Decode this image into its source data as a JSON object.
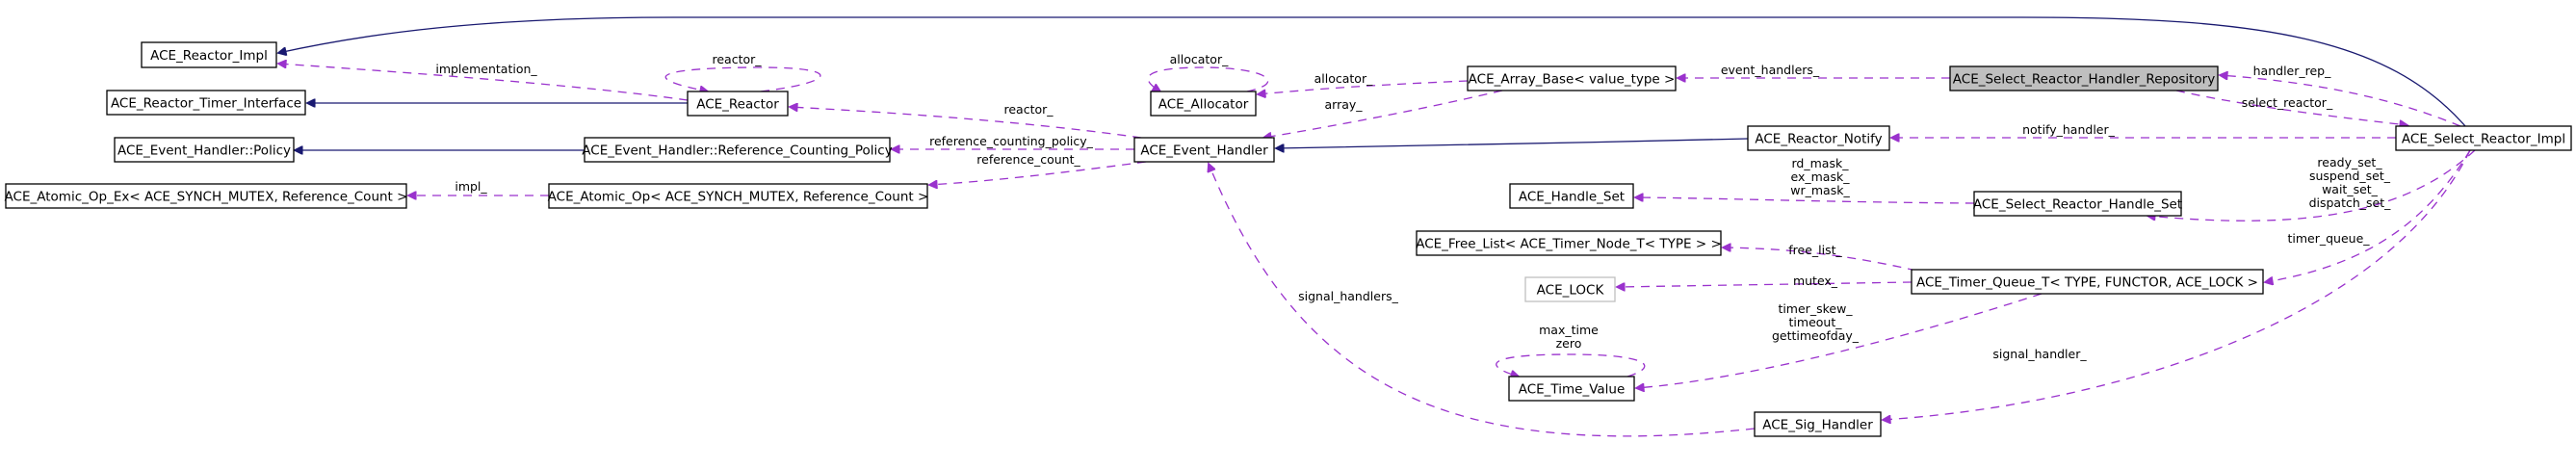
{
  "title": "ACE_Select_Reactor_Handler_Repository collaboration diagram",
  "colors": {
    "inheritance_edge": "#191970",
    "usage_edge": "#9a32cd",
    "highlight_fill": "#bfbfbf",
    "undocumented_border": "#bfbfbf"
  },
  "nodes": [
    {
      "id": "reactor_impl",
      "label": "ACE_Reactor_Impl"
    },
    {
      "id": "reactor_timer_interface",
      "label": "ACE_Reactor_Timer_Interface"
    },
    {
      "id": "eh_policy",
      "label": "ACE_Event_Handler::Policy"
    },
    {
      "id": "atomic_op_ex",
      "label": "ACE_Atomic_Op_Ex< ACE_SYNCH_MUTEX, Reference_Count >"
    },
    {
      "id": "reactor",
      "label": "ACE_Reactor"
    },
    {
      "id": "ref_counting_policy",
      "label": "ACE_Event_Handler::Reference_Counting_Policy"
    },
    {
      "id": "atomic_op",
      "label": "ACE_Atomic_Op< ACE_SYNCH_MUTEX, Reference_Count >"
    },
    {
      "id": "allocator",
      "label": "ACE_Allocator"
    },
    {
      "id": "event_handler",
      "label": "ACE_Event_Handler"
    },
    {
      "id": "array_base",
      "label": "ACE_Array_Base< value_type >"
    },
    {
      "id": "handler_repository",
      "label": "ACE_Select_Reactor_Handler_Repository",
      "highlight": true
    },
    {
      "id": "reactor_notify",
      "label": "ACE_Reactor_Notify"
    },
    {
      "id": "select_reactor_impl",
      "label": "ACE_Select_Reactor_Impl"
    },
    {
      "id": "handle_set",
      "label": "ACE_Handle_Set"
    },
    {
      "id": "select_reactor_handle_set",
      "label": "ACE_Select_Reactor_Handle_Set"
    },
    {
      "id": "free_list",
      "label": "ACE_Free_List< ACE_Timer_Node_T< TYPE > >"
    },
    {
      "id": "ace_lock",
      "label": "ACE_LOCK",
      "undocumented": true
    },
    {
      "id": "timer_queue",
      "label": "ACE_Timer_Queue_T< TYPE, FUNCTOR, ACE_LOCK >"
    },
    {
      "id": "time_value",
      "label": "ACE_Time_Value"
    },
    {
      "id": "sig_handler",
      "label": "ACE_Sig_Handler"
    }
  ],
  "edges": [
    {
      "from": "select_reactor_impl",
      "to": "reactor_impl",
      "kind": "inherit",
      "labels": []
    },
    {
      "from": "reactor",
      "to": "reactor_impl",
      "kind": "use",
      "labels": [
        "implementation_"
      ]
    },
    {
      "from": "reactor",
      "to": "reactor_timer_interface",
      "kind": "inherit",
      "labels": []
    },
    {
      "from": "reactor",
      "to": "reactor",
      "kind": "use",
      "labels": [
        "reactor_"
      ]
    },
    {
      "from": "ref_counting_policy",
      "to": "eh_policy",
      "kind": "inherit",
      "labels": []
    },
    {
      "from": "atomic_op",
      "to": "atomic_op_ex",
      "kind": "use",
      "labels": [
        "impl_"
      ]
    },
    {
      "from": "event_handler",
      "to": "reactor",
      "kind": "use",
      "labels": [
        "reactor_"
      ]
    },
    {
      "from": "event_handler",
      "to": "ref_counting_policy",
      "kind": "use",
      "labels": [
        "reference_counting_policy_"
      ]
    },
    {
      "from": "event_handler",
      "to": "atomic_op",
      "kind": "use",
      "labels": [
        "reference_count_"
      ]
    },
    {
      "from": "allocator",
      "to": "allocator",
      "kind": "use",
      "labels": [
        "allocator_"
      ]
    },
    {
      "from": "array_base",
      "to": "allocator",
      "kind": "use",
      "labels": [
        "allocator_"
      ]
    },
    {
      "from": "array_base",
      "to": "event_handler",
      "kind": "use",
      "labels": [
        "array_"
      ]
    },
    {
      "from": "reactor_notify",
      "to": "event_handler",
      "kind": "inherit",
      "labels": []
    },
    {
      "from": "handler_repository",
      "to": "array_base",
      "kind": "use",
      "labels": [
        "event_handlers_"
      ]
    },
    {
      "from": "select_reactor_impl",
      "to": "handler_repository",
      "kind": "use",
      "labels": [
        "handler_rep_"
      ]
    },
    {
      "from": "handler_repository",
      "to": "select_reactor_impl",
      "kind": "use",
      "labels": [
        "select_reactor_"
      ]
    },
    {
      "from": "select_reactor_impl",
      "to": "reactor_notify",
      "kind": "use",
      "labels": [
        "notify_handler_"
      ]
    },
    {
      "from": "select_reactor_handle_set",
      "to": "handle_set",
      "kind": "use",
      "labels": [
        "rd_mask_",
        "ex_mask_",
        "wr_mask_"
      ]
    },
    {
      "from": "select_reactor_impl",
      "to": "select_reactor_handle_set",
      "kind": "use",
      "labels": [
        "ready_set_",
        "suspend_set_",
        "wait_set_",
        "dispatch_set_"
      ]
    },
    {
      "from": "timer_queue",
      "to": "free_list",
      "kind": "use",
      "labels": [
        "free_list_"
      ]
    },
    {
      "from": "timer_queue",
      "to": "ace_lock",
      "kind": "use",
      "labels": [
        "mutex_"
      ]
    },
    {
      "from": "timer_queue",
      "to": "time_value",
      "kind": "use",
      "labels": [
        "timer_skew_",
        "timeout_",
        "gettimeofday_"
      ]
    },
    {
      "from": "time_value",
      "to": "time_value",
      "kind": "use",
      "labels": [
        "max_time",
        "zero"
      ]
    },
    {
      "from": "select_reactor_impl",
      "to": "timer_queue",
      "kind": "use",
      "labels": [
        "timer_queue_"
      ]
    },
    {
      "from": "select_reactor_impl",
      "to": "sig_handler",
      "kind": "use",
      "labels": [
        "signal_handler_"
      ]
    },
    {
      "from": "sig_handler",
      "to": "event_handler",
      "kind": "use",
      "labels": [
        "signal_handlers_"
      ]
    }
  ]
}
